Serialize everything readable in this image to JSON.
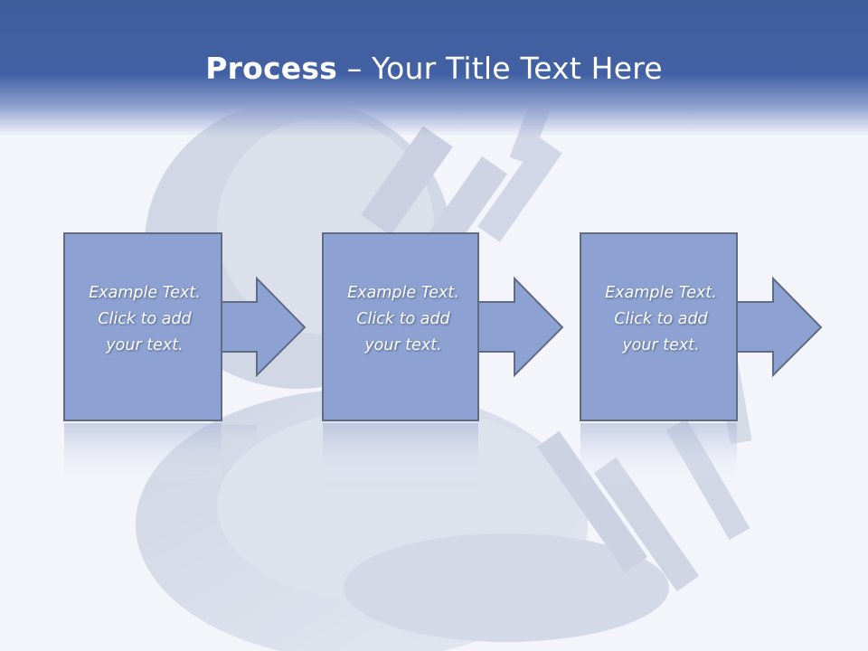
{
  "slide": {
    "title_bold": "Process",
    "title_rest": " – Your Title Text Here"
  },
  "steps": [
    {
      "text": "Example Text.\nClick  to add\nyour text."
    },
    {
      "text": "Example Text.\nClick  to add\nyour text."
    },
    {
      "text": "Example Text.\nClick  to add\nyour text."
    }
  ],
  "colors": {
    "header": "#4261a4",
    "box_fill": "#8da2d3",
    "box_stroke": "#5f6c84",
    "background": "#f3f5fb"
  },
  "background_image": "hardware-component-icon"
}
